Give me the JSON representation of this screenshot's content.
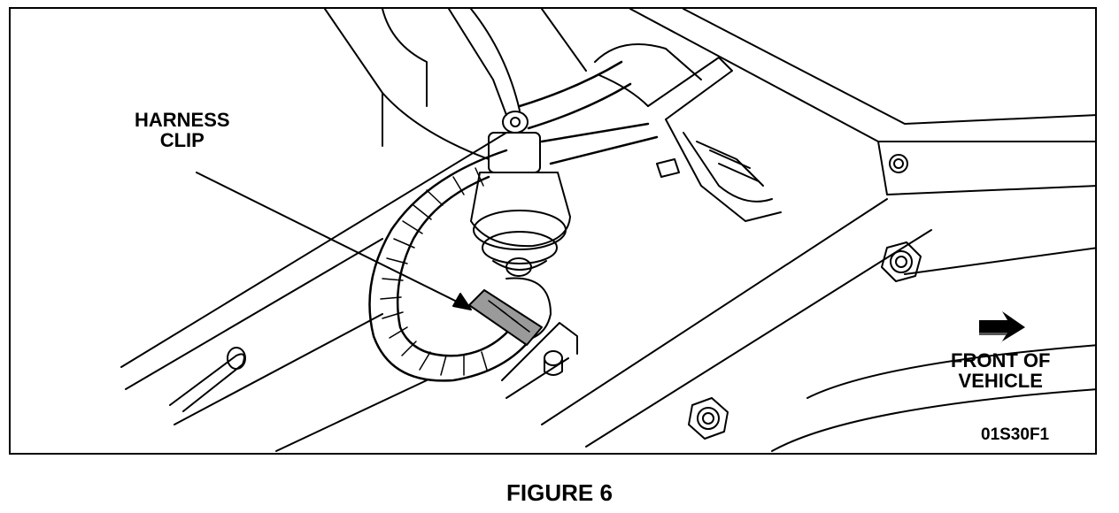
{
  "callout": {
    "harness_line1": "HARNESS",
    "harness_line2": "CLIP"
  },
  "direction": {
    "line1": "FRONT OF",
    "line2": "VEHICLE",
    "arrow_icon": "direction-arrow-icon"
  },
  "figure_code": "01S30F1",
  "caption": "FIGURE 6",
  "colors": {
    "ink": "#000000",
    "paper": "#ffffff",
    "clip_fill": "#9a9a9a"
  }
}
